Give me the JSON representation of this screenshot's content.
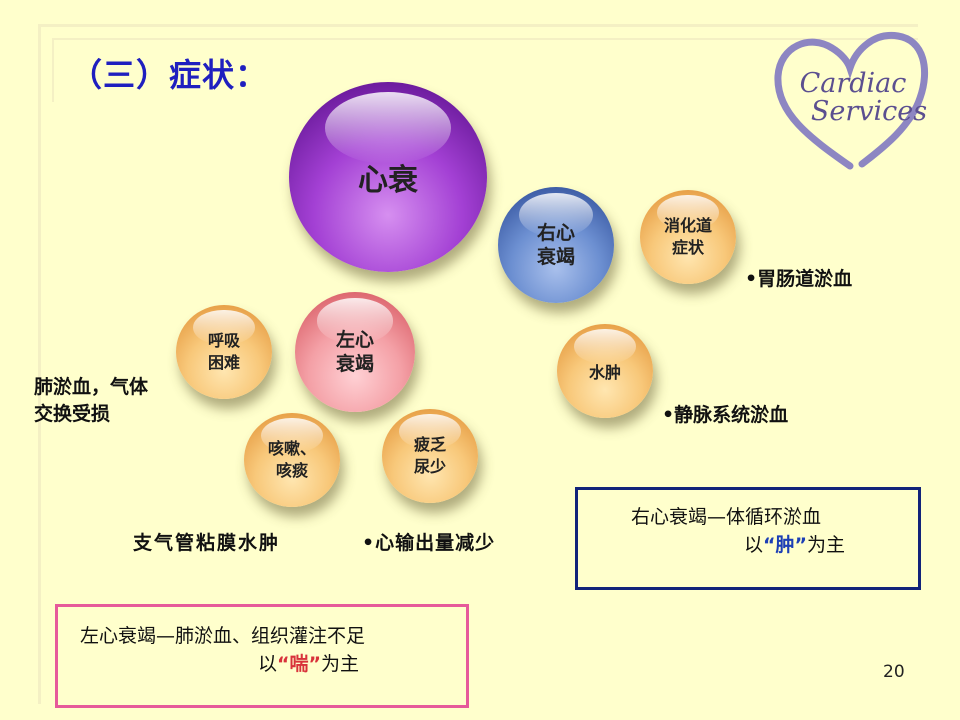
{
  "title": "（三）症状：",
  "logo": {
    "line1": "Cardiac",
    "line2": "Services"
  },
  "spheres": {
    "heart_failure": "心衰",
    "right_hf": [
      "右心",
      "衰竭"
    ],
    "digestive": [
      "消化道",
      "症状"
    ],
    "edema": "水肿",
    "left_hf": [
      "左心",
      "衰竭"
    ],
    "dyspnea": [
      "呼吸",
      "困难"
    ],
    "cough": [
      "咳嗽、",
      "咳痰"
    ],
    "fatigue": [
      "疲乏",
      "尿少"
    ]
  },
  "notes": {
    "gi_congestion": "•胃肠道淤血",
    "venous_congestion": "•静脉系统淤血",
    "lung_congestion": [
      "肺淤血，气体",
      "交换受损"
    ],
    "bronchial_edema": "支气管粘膜水肿",
    "low_output": "•心输出量减少"
  },
  "right_box": {
    "line1": "右心衰竭—体循环淤血",
    "line2_pre": "以",
    "line2_key": "“肿”",
    "line2_post": "为主"
  },
  "left_box": {
    "line1": "左心衰竭—肺淤血、组织灌注不足",
    "line2_pre": "以",
    "line2_key": "“喘”",
    "line2_post": "为主"
  },
  "page_number": "20",
  "colors": {
    "background": "#ffffcc",
    "title": "#1f1fbf",
    "right_box_border": "#12237a",
    "left_box_border": "#e65a9a",
    "highlight_blue": "#1c3fb5",
    "highlight_red": "#d8323a"
  }
}
